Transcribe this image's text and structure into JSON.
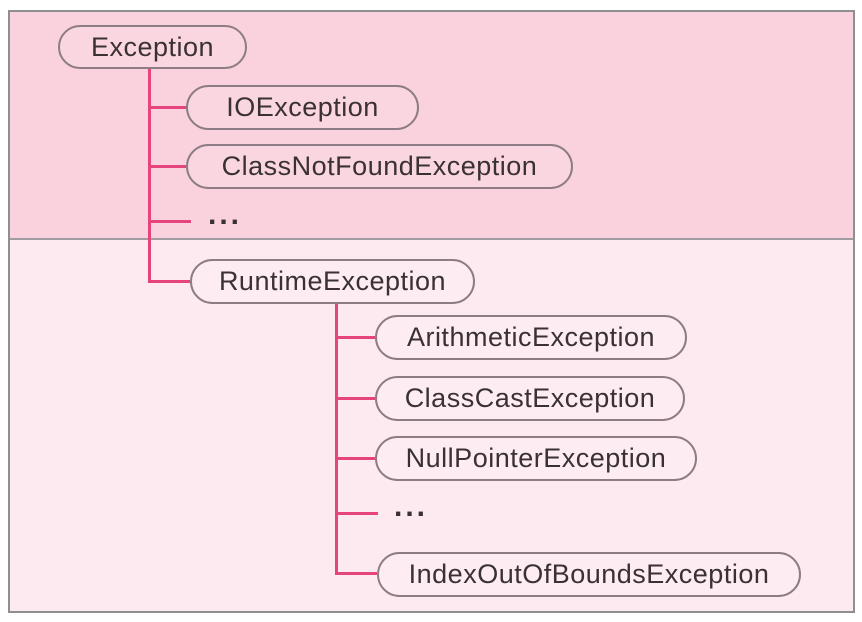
{
  "diagram": {
    "root": {
      "label": "Exception"
    },
    "root_children": [
      {
        "label": "IOException"
      },
      {
        "label": "ClassNotFoundException"
      },
      {
        "label": "..."
      },
      {
        "label": "RuntimeException"
      }
    ],
    "runtime_children": [
      {
        "label": "ArithmeticException"
      },
      {
        "label": "ClassCastException"
      },
      {
        "label": "NullPointerException"
      },
      {
        "label": "..."
      },
      {
        "label": "IndexOutOfBoundsException"
      }
    ],
    "colors": {
      "top_zone_bg": "#fad2dd",
      "bottom_zone_bg": "#fdeaf1",
      "node_fill_top": "#fad6e0",
      "node_fill_bottom": "#fdecf2",
      "node_border": "#8d7c83",
      "node_text": "#3a3134",
      "connector": "#e5457c",
      "frame_border": "#8f8f8f",
      "divider": "#a29ba0"
    }
  }
}
